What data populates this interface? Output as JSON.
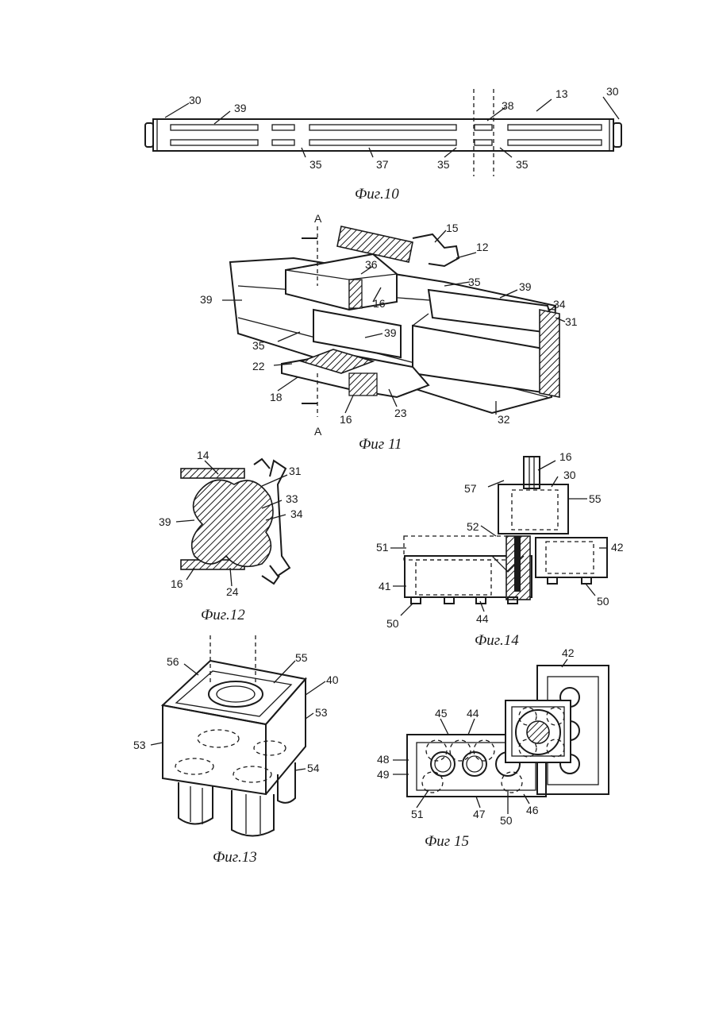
{
  "figures": {
    "fig10": {
      "caption": "Фиг.10",
      "labels": [
        "30",
        "39",
        "38",
        "13",
        "30",
        "35",
        "37",
        "35",
        "35"
      ]
    },
    "fig11": {
      "caption": "Фиг 11",
      "labels": [
        "A",
        "15",
        "12",
        "36",
        "35",
        "39",
        "39",
        "16",
        "34",
        "31",
        "39",
        "35",
        "22",
        "18",
        "16",
        "23",
        "32",
        "A"
      ]
    },
    "fig12": {
      "caption": "Фиг.12",
      "labels": [
        "14",
        "31",
        "33",
        "34",
        "39",
        "16",
        "24"
      ]
    },
    "fig13": {
      "caption": "Фиг.13",
      "labels": [
        "56",
        "55",
        "40",
        "53",
        "53",
        "54"
      ]
    },
    "fig14": {
      "caption": "Фиг.14",
      "labels": [
        "16",
        "57",
        "30",
        "55",
        "52",
        "51",
        "42",
        "41",
        "50",
        "44",
        "50"
      ]
    },
    "fig15": {
      "caption": "Фиг 15",
      "labels": [
        "42",
        "45",
        "44",
        "48",
        "49",
        "51",
        "47",
        "50",
        "46"
      ]
    }
  }
}
